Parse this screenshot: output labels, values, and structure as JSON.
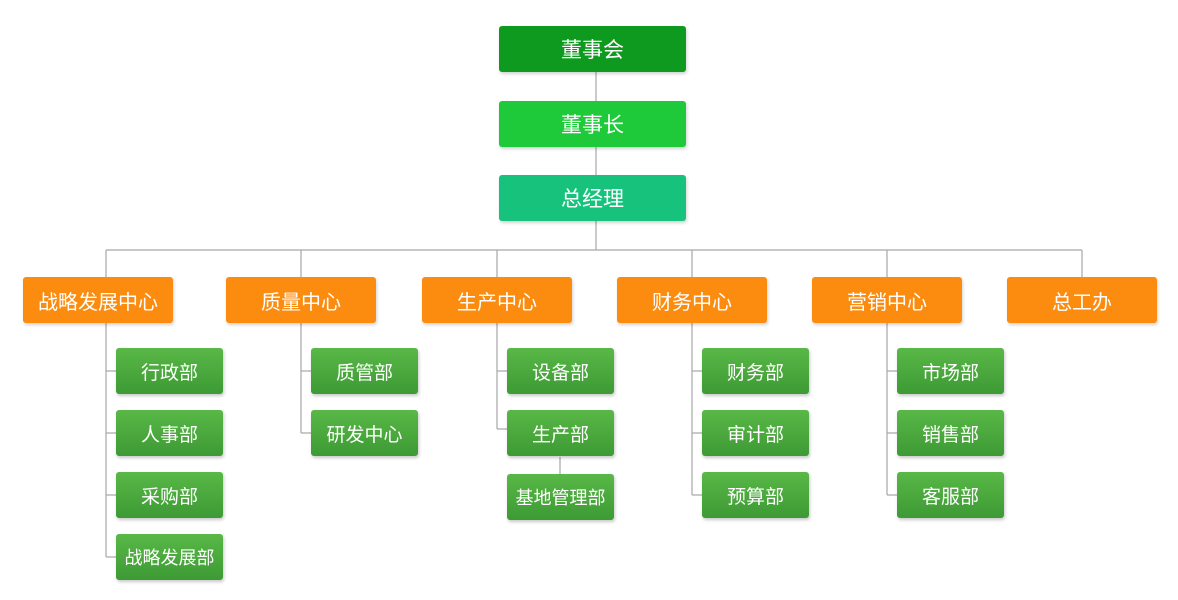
{
  "colors": {
    "board": "#0e9a1f",
    "chairman": "#1fca3a",
    "gm": "#17c37c",
    "center": "#fb8c10",
    "dept": "#4aa83e",
    "connector": "#a6a6a6"
  },
  "top": {
    "board": "董事会",
    "chairman": "董事长",
    "gm": "总经理"
  },
  "centers": [
    {
      "name": "战略发展中心",
      "depts": [
        "行政部",
        "人事部",
        "采购部",
        "战略发展部"
      ]
    },
    {
      "name": "质量中心",
      "depts": [
        "质管部",
        "研发中心"
      ]
    },
    {
      "name": "生产中心",
      "depts": [
        "设备部",
        "生产部",
        "基地管理部"
      ]
    },
    {
      "name": "财务中心",
      "depts": [
        "财务部",
        "审计部",
        "预算部"
      ]
    },
    {
      "name": "营销中心",
      "depts": [
        "市场部",
        "销售部",
        "客服部"
      ]
    },
    {
      "name": "总工办",
      "depts": []
    }
  ]
}
